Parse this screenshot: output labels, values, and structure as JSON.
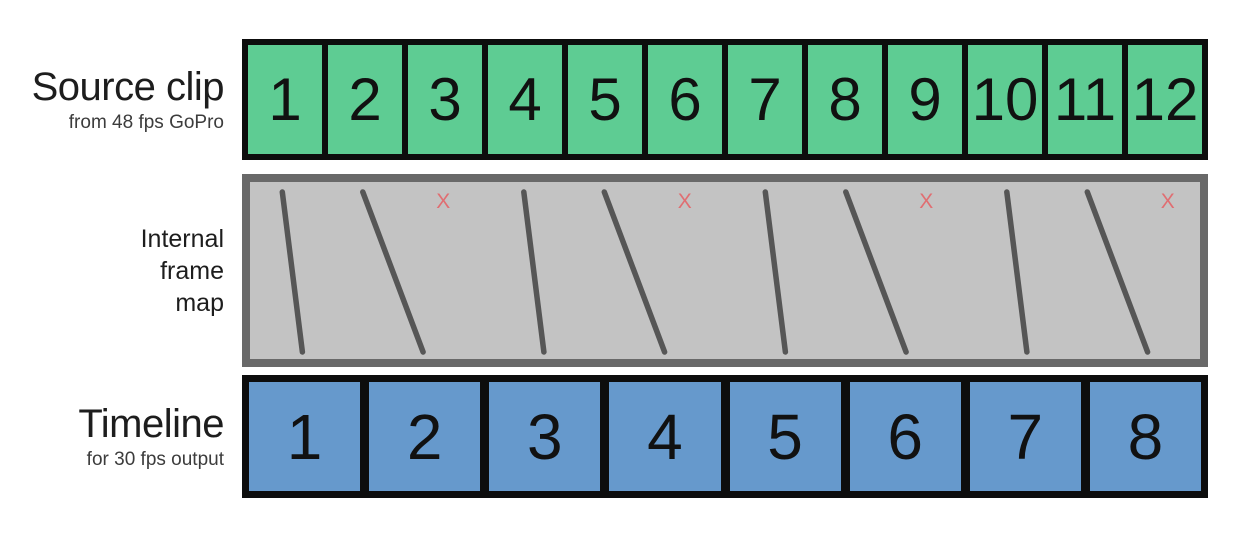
{
  "diagram": {
    "source_row": {
      "title": "Source clip",
      "subtitle": "from 48 fps GoPro",
      "frames": [
        "1",
        "2",
        "3",
        "4",
        "5",
        "6",
        "7",
        "8",
        "9",
        "10",
        "11",
        "12"
      ],
      "fill_color": "#5ecc93"
    },
    "frame_map": {
      "title_lines": [
        "Internal",
        "frame",
        "map"
      ],
      "background_color": "#c3c3c3",
      "border_color": "#696969",
      "line_color": "#4d4d4d",
      "drop_marker": "X",
      "drop_marker_color": "#e06e72",
      "mappings": [
        {
          "source": 1,
          "timeline": 1
        },
        {
          "source": 2,
          "timeline": 2
        },
        {
          "source": 4,
          "timeline": 3
        },
        {
          "source": 5,
          "timeline": 4
        },
        {
          "source": 7,
          "timeline": 5
        },
        {
          "source": 8,
          "timeline": 6
        },
        {
          "source": 10,
          "timeline": 7
        },
        {
          "source": 11,
          "timeline": 8
        }
      ],
      "dropped_source_frames": [
        3,
        6,
        9,
        12
      ]
    },
    "timeline_row": {
      "title": "Timeline",
      "subtitle": "for 30 fps output",
      "frames": [
        "1",
        "2",
        "3",
        "4",
        "5",
        "6",
        "7",
        "8"
      ],
      "fill_color": "#6699cc"
    }
  }
}
